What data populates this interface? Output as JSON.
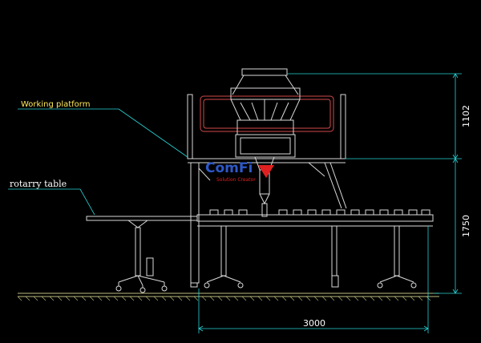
{
  "callouts": {
    "working_platform": "Working platform",
    "rotary_table": "rotarry table"
  },
  "dimensions": {
    "height_top": "1102",
    "height_bottom": "1750",
    "width": "3000"
  },
  "logo": {
    "brand": "ComFi",
    "tagline": "Solution Creator"
  },
  "colors": {
    "background": "#000000",
    "line": "#d9d9d9",
    "dimension": "#27d3d6",
    "callout_text_yellow": "#ffe85a",
    "frame_red": "#d24a4a",
    "logo_blue": "#2e58c8",
    "logo_red": "#e02020",
    "ground": "#cfcf8f"
  }
}
